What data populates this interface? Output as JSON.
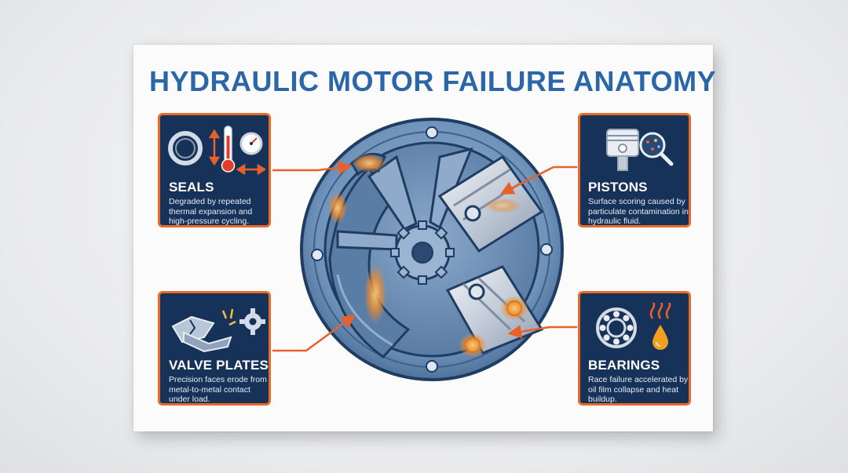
{
  "title": "HYDRAULIC MOTOR FAILURE ANATOMY",
  "components": [
    {
      "name": "SEALS",
      "description": "Degraded by repeated thermal expansion and high-pressure cycling."
    },
    {
      "name": "PISTONS",
      "description": "Surface scoring caused by particulate contamination in hydraulic fluid."
    },
    {
      "name": "VALVE PLATES",
      "description": "Precision faces erode from metal-to-metal contact under load."
    },
    {
      "name": "BEARINGS",
      "description": "Race failure accelerated by oil film collapse and heat buildup."
    }
  ],
  "colors": {
    "title": "#2a66a8",
    "card_fill": "#173259",
    "card_border": "#e86a2a",
    "callout_arrow": "#e8602a",
    "motor_steel": "#6f93bb",
    "wear_glow": "#f28a2c"
  },
  "icons": {
    "seals": [
      "o-ring-icon",
      "thermometer-icon",
      "pressure-gauge-icon",
      "vertical-arrows-icon",
      "horizontal-arrows-icon"
    ],
    "pistons": [
      "piston-icon",
      "magnifier-contamination-icon"
    ],
    "valve_plates": [
      "cracked-plate-icon",
      "gear-icon",
      "spark-icon"
    ],
    "bearings": [
      "ball-bearing-icon",
      "heat-waves-icon",
      "oil-drop-icon"
    ]
  }
}
